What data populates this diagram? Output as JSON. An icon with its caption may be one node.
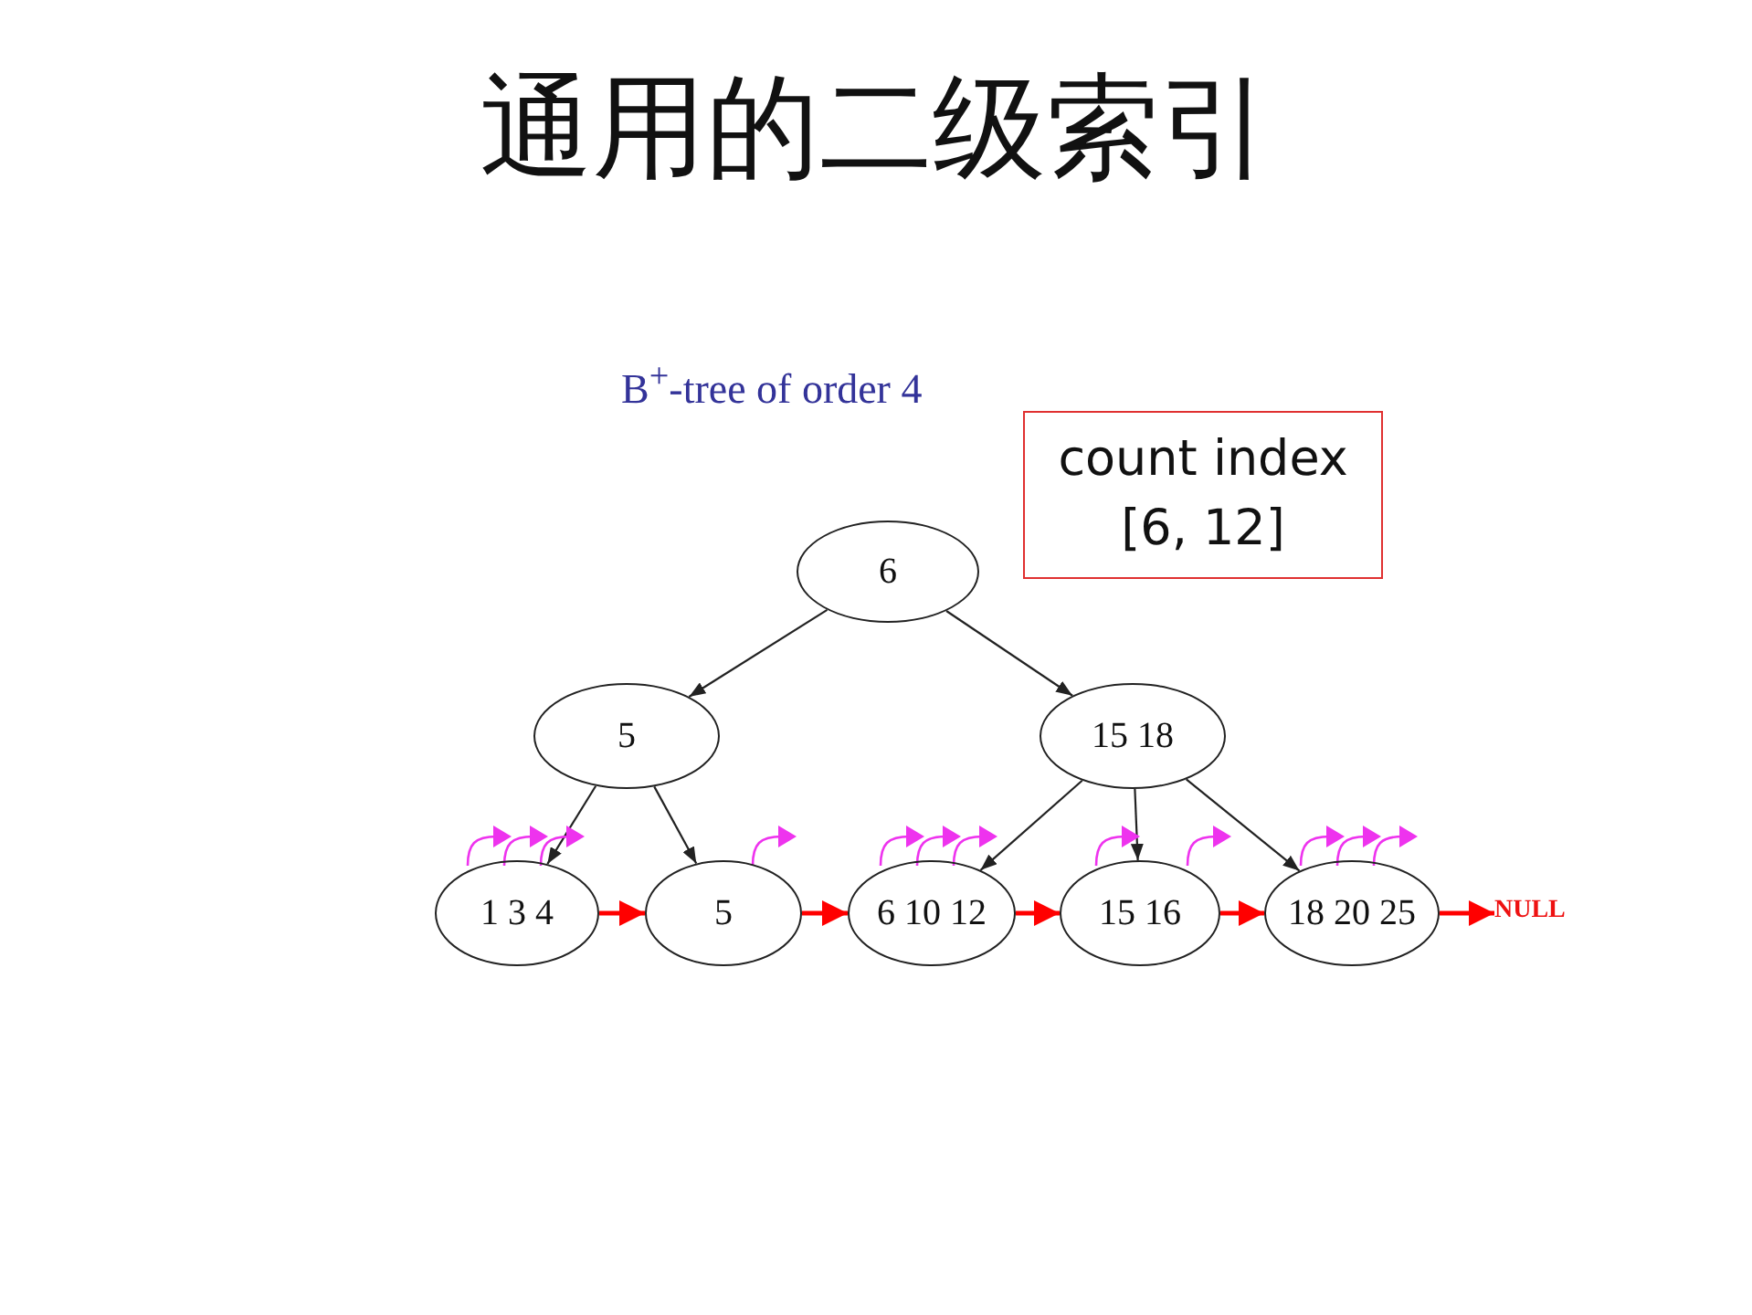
{
  "diagram": {
    "title": "通用的二级索引",
    "nodes": [
      {
        "text": [
          "6"
        ]
      },
      {
        "text": [
          "5"
        ]
      },
      {
        "text": [
          "15 18"
        ]
      },
      {
        "text": [
          "1 3 4"
        ]
      },
      {
        "text": [
          "5"
        ]
      },
      {
        "text": [
          "6 10 12"
        ]
      },
      {
        "text": [
          "15 16"
        ]
      },
      {
        "text": [
          "18 20 25"
        ]
      },
      {
        "text": [
          "NULL"
        ]
      },
      {
        "text": [
          "count index [6, 12]"
        ]
      }
    ],
    "edges": [
      {
        "from": 0,
        "to": 1,
        "arrow": "to"
      },
      {
        "from": 0,
        "to": 2,
        "arrow": "to"
      },
      {
        "from": 1,
        "to": 3,
        "arrow": "to"
      },
      {
        "from": 1,
        "to": 4,
        "arrow": "to"
      },
      {
        "from": 2,
        "to": 5,
        "arrow": "to"
      },
      {
        "from": 2,
        "to": 6,
        "arrow": "to"
      },
      {
        "from": 2,
        "to": 7,
        "arrow": "to"
      },
      {
        "from": 3,
        "to": 4,
        "arrow": "to",
        "style": "thick",
        "color": "#ff0000"
      },
      {
        "from": 4,
        "to": 5,
        "arrow": "to",
        "style": "thick",
        "color": "#ff0000"
      },
      {
        "from": 5,
        "to": 6,
        "arrow": "to",
        "style": "thick",
        "color": "#ff0000"
      },
      {
        "from": 6,
        "to": 7,
        "arrow": "to",
        "style": "thick",
        "color": "#ff0000"
      },
      {
        "from": 7,
        "to": 8,
        "arrow": "to",
        "style": "thick",
        "color": "#ff0000"
      }
    ],
    "labels": [
      "B$^{+}$-tree of order 4"
    ]
  }
}
